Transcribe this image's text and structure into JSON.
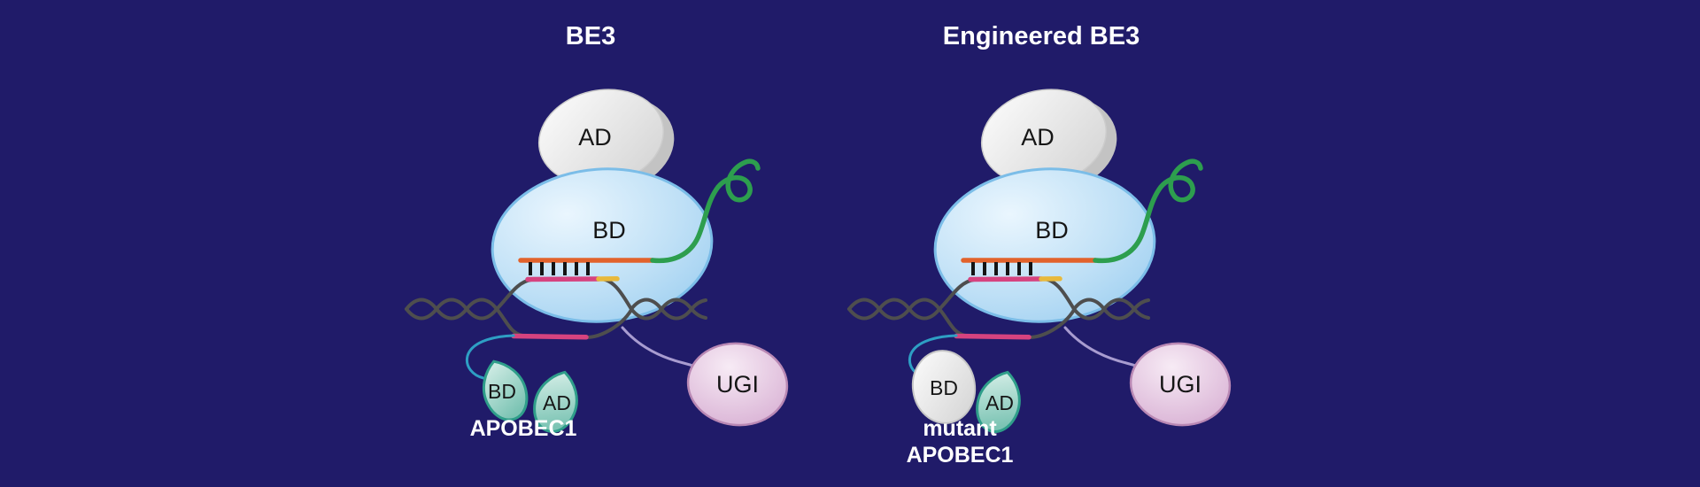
{
  "figure": {
    "panels": [
      {
        "title": "BE3",
        "complex": {
          "ad": "AD",
          "bd": "BD"
        },
        "deaminase": {
          "bd": "BD",
          "ad": "AD",
          "label_lines": [
            "APOBEC1"
          ]
        },
        "ugi": "UGI"
      },
      {
        "title": "Engineered BE3",
        "complex": {
          "ad": "AD",
          "bd": "BD"
        },
        "deaminase": {
          "bd": "BD",
          "ad": "AD",
          "label_lines": [
            "mutant",
            "APOBEC1"
          ]
        },
        "ugi": "UGI"
      }
    ],
    "colors": {
      "background": "#201b69",
      "cas9_body_blue": "#bfe0f6",
      "cas9_outline_blue": "#7bbde8",
      "ad_domain_gray": "#e9e9e9",
      "sgrna_green": "#2d9e4e",
      "guide_rna_orange": "#e2622b",
      "target_magenta": "#d6437f",
      "pam_yellow": "#e8b93c",
      "dna_gray": "#4e4e4e",
      "apobec_teal": "#7cc4b4",
      "apobec_outline_teal": "#2f9e8a",
      "linker_cyan": "#2e9fc4",
      "linker_lavender": "#a89cd0",
      "ugi_pink": "#d3a6ce",
      "title_text": "#ffffff",
      "label_text": "#161616"
    }
  }
}
